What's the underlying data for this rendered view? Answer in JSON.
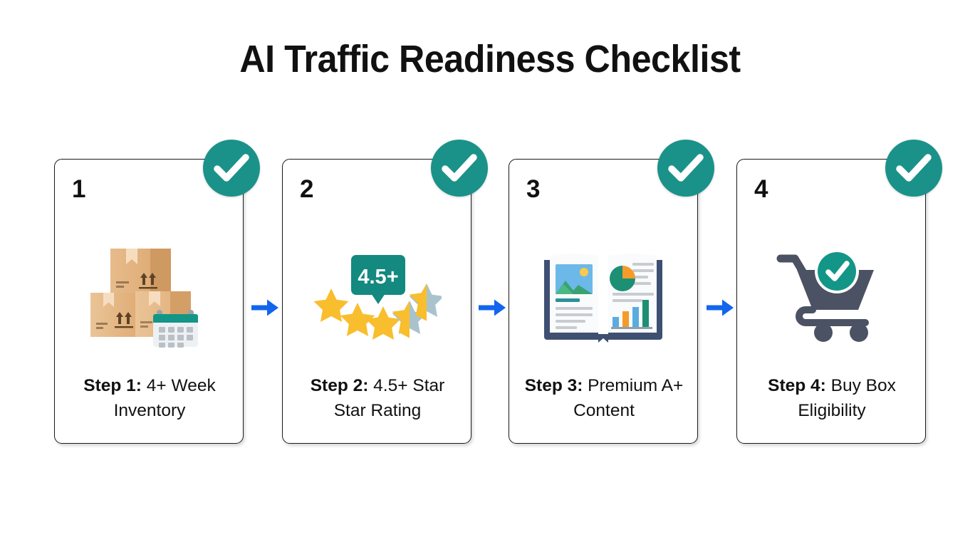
{
  "header": {
    "title": "AI Traffic Readiness Checklist"
  },
  "colors": {
    "badge_teal": "#1a9289",
    "arrow_blue": "#1265ed",
    "card_border": "#1b1b1b",
    "star_gold": "#f9be2e",
    "star_empty": "#a8c3cb",
    "cart_gray": "#4b5263",
    "book_cover": "#3e4f72",
    "box_tan": "#e3b380",
    "background": "#ffffff"
  },
  "flow": {
    "steps": [
      {
        "number": "1",
        "icon": "boxes-calendar-icon",
        "check_badge": "check-circle-icon",
        "label_bold": "Step 1:",
        "label_rest": " 4+ Week Inventory"
      },
      {
        "number": "2",
        "icon": "star-rating-icon",
        "badge_value": "4.5+",
        "check_badge": "check-circle-icon",
        "label_bold": "Step 2:",
        "label_rest": " 4.5+ Star Star Rating"
      },
      {
        "number": "3",
        "icon": "open-book-chart-icon",
        "check_badge": "check-circle-icon",
        "label_bold": "Step 3:",
        "label_rest": " Premium A+ Content"
      },
      {
        "number": "4",
        "icon": "shopping-cart-check-icon",
        "check_badge": "check-circle-icon",
        "label_bold": "Step 4:",
        "label_rest": " Buy Box Eligibility"
      }
    ],
    "connectors": [
      {
        "icon": "arrow-right-icon"
      },
      {
        "icon": "arrow-right-icon"
      },
      {
        "icon": "arrow-right-icon"
      }
    ]
  }
}
